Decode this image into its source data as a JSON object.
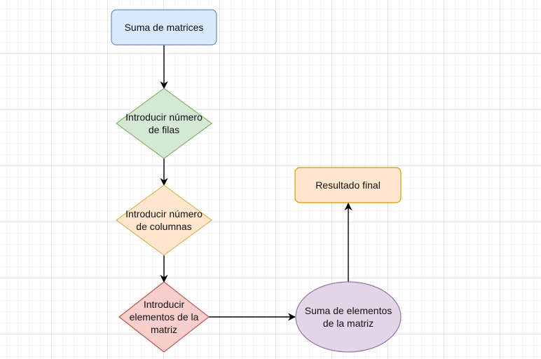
{
  "nodes": {
    "start": {
      "label": "Suma de matrices",
      "fill": "#dae8fc",
      "stroke": "#6c8ebf"
    },
    "rows": {
      "label": "Introducir número\nde filas",
      "fill": "#d5e8d4",
      "stroke": "#82b366"
    },
    "cols": {
      "label": "Introducir número\nde columnas",
      "fill": "#ffe6cc",
      "stroke": "#d6b656"
    },
    "elems": {
      "label": "Introducir\nelementos de la\nmatriz",
      "fill": "#f8cecc",
      "stroke": "#b85450"
    },
    "sum": {
      "label": "Suma de elementos\nde la matriz",
      "fill": "#e1d5e7",
      "stroke": "#9673a6"
    },
    "result": {
      "label": "Resultado final",
      "fill": "#ffe6cc",
      "stroke": "#d79b00"
    }
  },
  "colors": {
    "edge": "#000000"
  }
}
